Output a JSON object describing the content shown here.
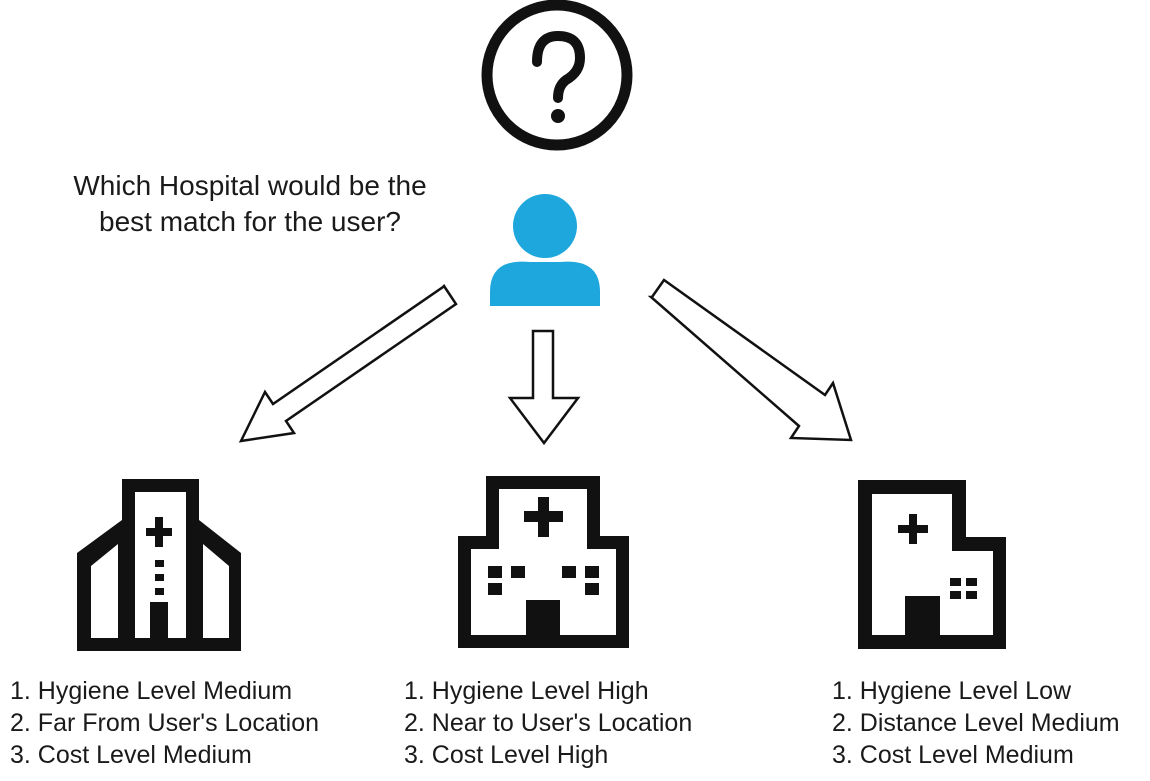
{
  "question": {
    "line1": "Which Hospital would be the",
    "line2": "best match for the user?",
    "icon": "question-mark-circle-icon"
  },
  "user": {
    "icon": "user-icon",
    "color": "#1ea7dc"
  },
  "hospitals": [
    {
      "icon": "hospital-tall-building-icon",
      "attributes": [
        "1. Hygiene Level Medium",
        "2. Far From User's Location",
        "3. Cost Level Medium"
      ]
    },
    {
      "icon": "hospital-wide-building-icon",
      "attributes": [
        "1. Hygiene Level High",
        "2. Near to User's Location",
        "3. Cost Level High"
      ]
    },
    {
      "icon": "hospital-small-building-icon",
      "attributes": [
        "1. Hygiene Level Low",
        "2. Distance Level Medium",
        "3. Cost Level Medium"
      ]
    }
  ]
}
